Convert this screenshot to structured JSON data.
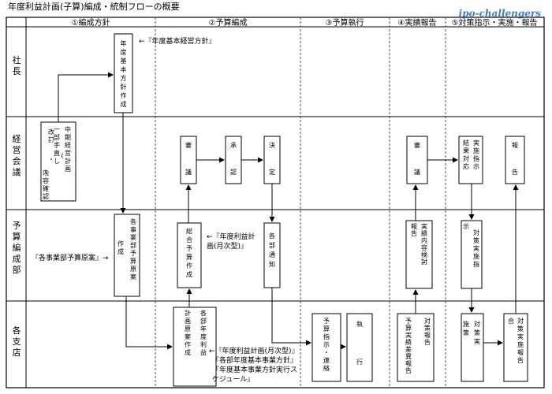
{
  "title": "年度利益計画(子算)編成・統制フローの概要",
  "watermark": "ipo-challengers",
  "columns": [
    "①編成方針",
    "②予算編成",
    "③予算執行",
    "④実績報告",
    "⑤対策指示・実施・報告"
  ],
  "rows": [
    "社長",
    "経営会議",
    "予算編成部",
    "各支店"
  ],
  "boxes": {
    "ceo_policy": [
      "年",
      "度",
      "基",
      "本",
      "方",
      "針",
      "作",
      "成"
    ],
    "midterm_plan": [
      "中期経営計画",
      "(",
      "一部手直し",
      "改訂",
      "・",
      "内容確認",
      ")"
    ],
    "review_a": [
      "審",
      "議"
    ],
    "approve": [
      "承",
      "認"
    ],
    "decide": [
      "決",
      "定"
    ],
    "review_b": [
      "審",
      "議"
    ],
    "instruct": [
      "実施指示",
      "結果対応"
    ],
    "report": [
      "報",
      "告"
    ],
    "dept_plan": [
      "各事業部予算原案",
      "作成"
    ],
    "consolidated": [
      "総合予算作成"
    ],
    "notice": [
      "各部通知"
    ],
    "content_review": [
      "実績内容検討",
      "・",
      "報告"
    ],
    "measure_inst": [
      "示",
      "対策実施指"
    ],
    "branch_plan": [
      "計画原案作成",
      "各部年度利益"
    ],
    "exec_inst": [
      "予算指示・連絡"
    ],
    "execute": [
      "執",
      "行"
    ],
    "actual_report": [
      "予算実績差異報告",
      "対策報告"
    ],
    "measure_exec": [
      "施策",
      "対策実"
    ],
    "impl_report": [
      "対策実施報告",
      "合"
    ]
  },
  "notes": {
    "policy": "←『年度基本経営方針』",
    "dept_draft": "『各事業部予算原案』→",
    "monthly_plan": [
      "←『年度利益計",
      "画(月次型)』"
    ],
    "branch_docs": [
      "←『年度利益計画(月次型)』",
      "『各部年度基本事業方針』",
      "『年度基本事業方針実行ス",
      "ケジュール』"
    ]
  }
}
